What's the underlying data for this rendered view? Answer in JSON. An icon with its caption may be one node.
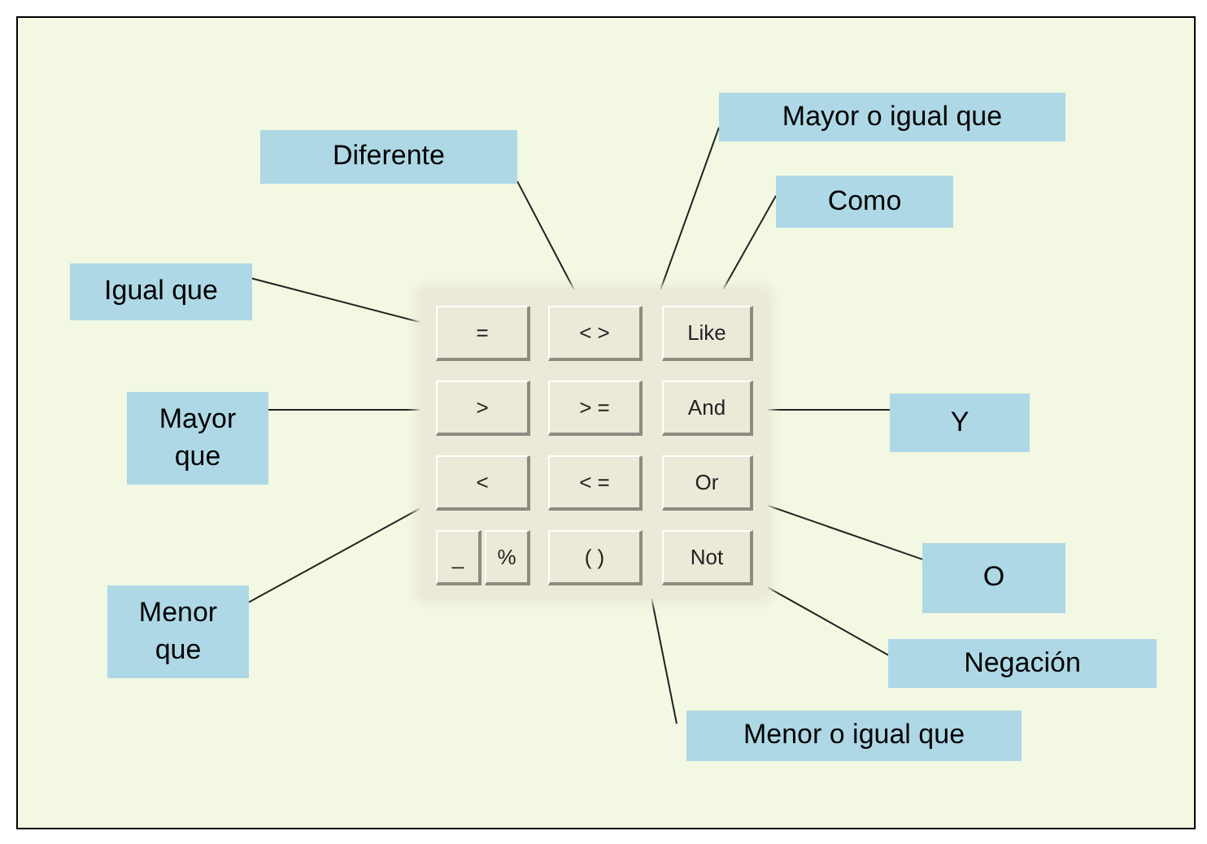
{
  "diagram": {
    "nodes": [
      {
        "text": [],
        "shape": "box"
      },
      {
        "text": [
          "="
        ],
        "in": 0
      },
      {
        "text": [
          "< >"
        ],
        "in": 0
      },
      {
        "text": [
          "Like"
        ],
        "in": 0
      },
      {
        "text": [
          ">"
        ],
        "in": 0
      },
      {
        "text": [
          "> ="
        ],
        "in": 0
      },
      {
        "text": [
          "And"
        ],
        "in": 0
      },
      {
        "text": [
          "<"
        ],
        "in": 0
      },
      {
        "text": [
          "< ="
        ],
        "in": 0
      },
      {
        "text": [
          "Or"
        ],
        "in": 0
      },
      {
        "text": [
          "_"
        ],
        "in": 0
      },
      {
        "text": [
          "%"
        ],
        "in": 0
      },
      {
        "text": [
          "( )"
        ],
        "in": 0
      },
      {
        "text": [
          "Not"
        ],
        "in": 0
      },
      {
        "text": [
          "Mayor o igual que"
        ]
      },
      {
        "text": [
          "Diferente"
        ]
      },
      {
        "text": [
          "Como"
        ]
      },
      {
        "text": [
          "Igual que"
        ]
      },
      {
        "text": [
          "Mayor que"
        ]
      },
      {
        "text": [
          "Y"
        ]
      },
      {
        "text": [
          "O"
        ]
      },
      {
        "text": [
          "Menor que"
        ]
      },
      {
        "text": [
          "Negación"
        ]
      },
      {
        "text": [
          "Menor o igual que"
        ]
      }
    ],
    "edges": [
      {
        "from": 14,
        "to": 5,
        "arrow": "none"
      },
      {
        "from": 15,
        "to": 2,
        "arrow": "none"
      },
      {
        "from": 16,
        "to": 3,
        "arrow": "none"
      },
      {
        "from": 17,
        "to": 1,
        "arrow": "none"
      },
      {
        "from": 18,
        "to": 4,
        "arrow": "none"
      },
      {
        "from": 19,
        "to": 6,
        "arrow": "none"
      },
      {
        "from": 20,
        "to": 9,
        "arrow": "none"
      },
      {
        "from": 21,
        "to": 7,
        "arrow": "none"
      },
      {
        "from": 22,
        "to": 13,
        "arrow": "none"
      },
      {
        "from": 23,
        "to": 8,
        "arrow": "none"
      }
    ]
  }
}
